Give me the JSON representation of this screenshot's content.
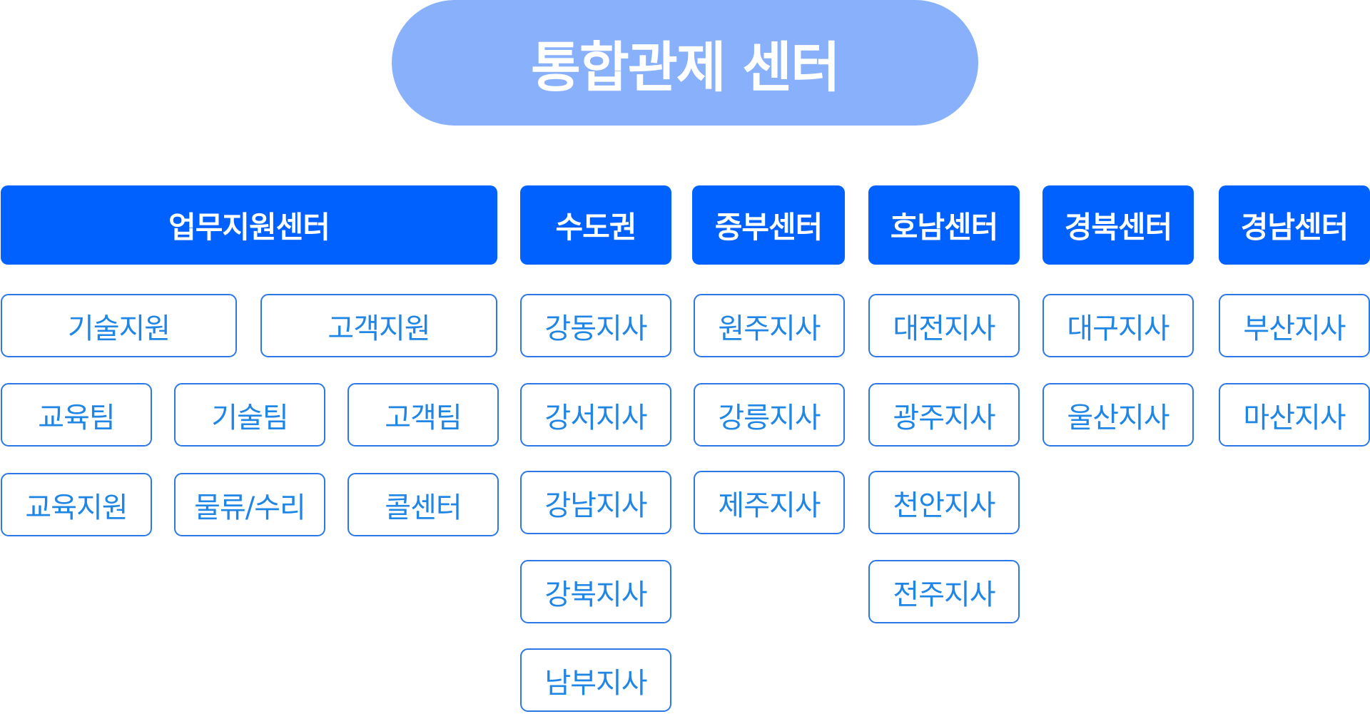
{
  "root": {
    "label": "통합관제 센터"
  },
  "centers": [
    {
      "label": "업무지원센터"
    },
    {
      "label": "수도권"
    },
    {
      "label": "중부센터"
    },
    {
      "label": "호남센터"
    },
    {
      "label": "경북센터"
    },
    {
      "label": "경남센터"
    }
  ],
  "support": {
    "units": [
      "기술지원",
      "고객지원"
    ],
    "teams": [
      "교육팀",
      "기술팀",
      "고객팀"
    ],
    "services": [
      "교육지원",
      "물류/수리",
      "콜센터"
    ]
  },
  "branches": {
    "capital": [
      "강동지사",
      "강서지사",
      "강남지사",
      "강북지사",
      "남부지사"
    ],
    "central": [
      "원주지사",
      "강릉지사",
      "제주지사"
    ],
    "honam": [
      "대전지사",
      "광주지사",
      "천안지사",
      "전주지사"
    ],
    "gyeongbuk": [
      "대구지사",
      "울산지사"
    ],
    "gyeongnam": [
      "부산지사",
      "마산지사"
    ]
  }
}
